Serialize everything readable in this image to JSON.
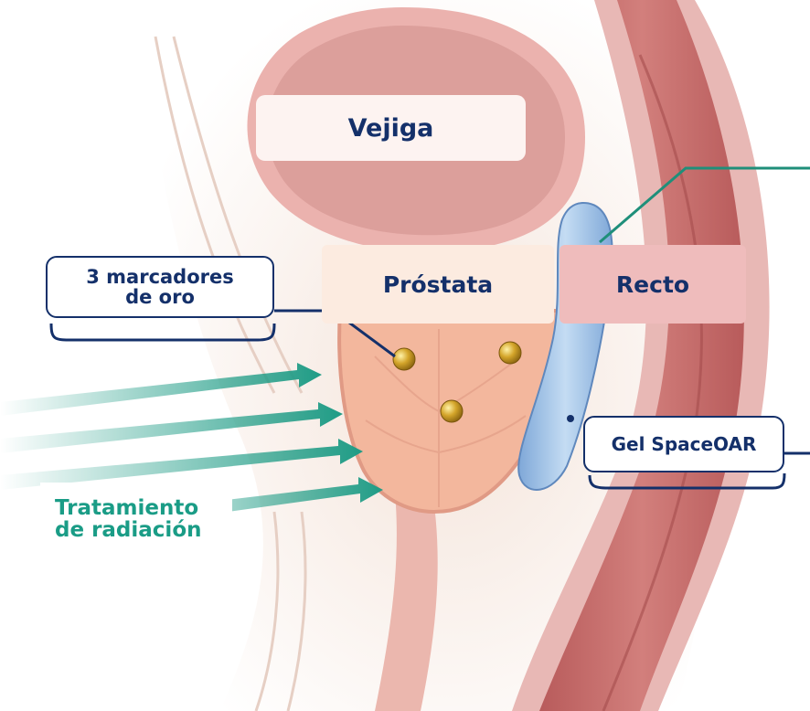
{
  "labels": {
    "vejiga": "Vejiga",
    "prostata": "Próstata",
    "recto": "Recto",
    "marcadores_line1": "3 marcadores",
    "marcadores_line2": "de oro",
    "gel": "Gel SpaceOAR",
    "radiacion_line1": "Tratamiento",
    "radiacion_line2": "de radiación"
  },
  "colors": {
    "bladder_wall": "#e7a9a6",
    "bladder_fill": "#dba09c",
    "prostate": "#f2b59c",
    "rectum": "#c9706f",
    "gel": "#a9c8ea",
    "gold": "#d4a52a",
    "radiation_arrow": "#1f9c86",
    "callout_line": "#14306a",
    "teal_leader": "#1f8f7a",
    "text_navy": "#14306a"
  },
  "structures": {
    "gold_markers": 3,
    "radiation_beams": 4
  }
}
